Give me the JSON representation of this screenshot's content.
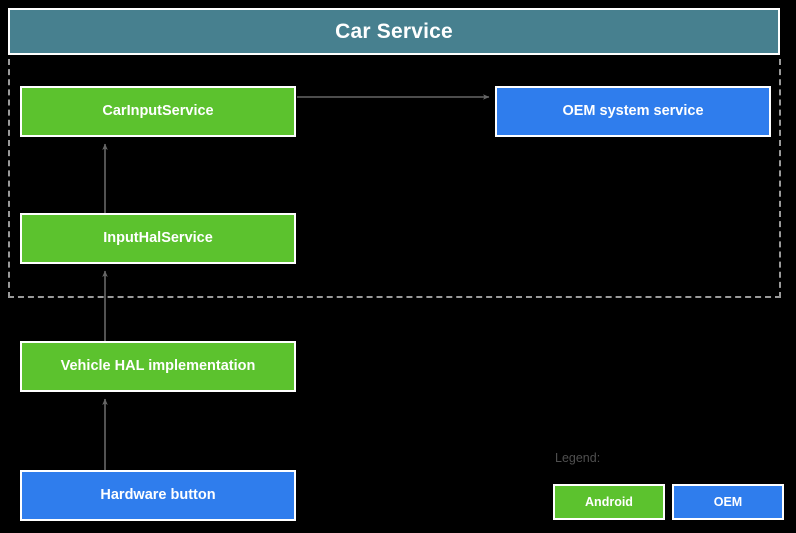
{
  "diagram": {
    "title": "Car Service",
    "background_color": "#000000",
    "header": {
      "label": "Car Service",
      "color": "#47808f",
      "border_color": "#ffffff"
    },
    "scope": {
      "style": "dashed",
      "color": "#9a9a9a"
    },
    "colors": {
      "android_green": "#5cc22e",
      "oem_blue": "#2f7ded",
      "header_teal": "#47808f",
      "arrow_gray": "#666666",
      "legend_text": "#4f4f4f",
      "box_border": "#ffffff",
      "node_text": "#ffffff"
    },
    "nodes": [
      {
        "id": "car-input-service",
        "label": "CarInputService",
        "category": "Android",
        "color": "#5cc22e",
        "in_scope": true
      },
      {
        "id": "oem-system-service",
        "label": "OEM system service",
        "category": "OEM",
        "color": "#2f7ded",
        "in_scope": true
      },
      {
        "id": "input-hal-service",
        "label": "InputHalService",
        "category": "Android",
        "color": "#5cc22e",
        "in_scope": true
      },
      {
        "id": "vehicle-hal",
        "label": "Vehicle HAL implementation",
        "category": "Android",
        "color": "#5cc22e",
        "in_scope": false
      },
      {
        "id": "hardware-button",
        "label": "Hardware button",
        "category": "OEM",
        "color": "#2f7ded",
        "in_scope": false
      }
    ],
    "edges": [
      {
        "from": "car-input-service",
        "to": "oem-system-service",
        "direction": "right"
      },
      {
        "from": "input-hal-service",
        "to": "car-input-service",
        "direction": "up"
      },
      {
        "from": "vehicle-hal",
        "to": "input-hal-service",
        "direction": "up"
      },
      {
        "from": "hardware-button",
        "to": "vehicle-hal",
        "direction": "up"
      }
    ],
    "legend": {
      "title": "Legend:",
      "items": [
        {
          "label": "Android",
          "color": "#5cc22e"
        },
        {
          "label": "OEM",
          "color": "#2f7ded"
        }
      ]
    }
  }
}
